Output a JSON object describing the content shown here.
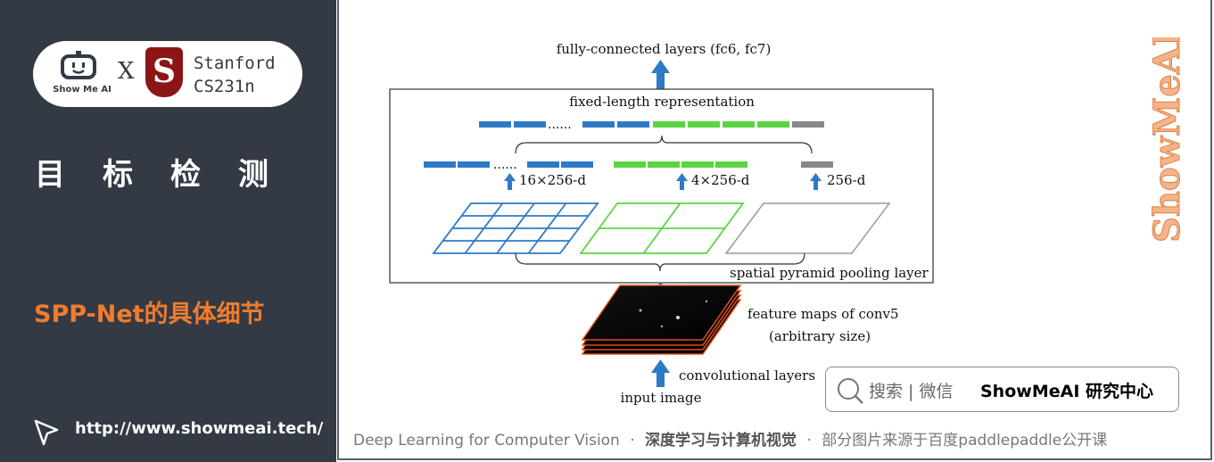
{
  "badge": {
    "brand_name": "Show Me AI",
    "cross": "X",
    "partner_line1": "Stanford",
    "partner_line2": "CS231n"
  },
  "sidebar": {
    "topic": "目标检测",
    "subtopic": "SPP-Net的具体细节",
    "url": "http://www.showmeai.tech/"
  },
  "diagram": {
    "fc_label": "fully-connected layers (fc6, fc7)",
    "fixed_length_label": "fixed-length representation",
    "dots_top": "......",
    "dots_mid": "......",
    "bin_labels": [
      "16×256-d",
      "4×256-d",
      "256-d"
    ],
    "pyramid_label": "spatial pyramid pooling layer",
    "feature_maps_line1": "feature maps of conv5",
    "feature_maps_line2": "(arbitrary size)",
    "conv_label": "convolutional layers",
    "input_label": "input image",
    "colors": {
      "blue": "#2f7ac6",
      "green": "#5bd443",
      "gray": "#888888",
      "arrow": "#2f7ac6"
    }
  },
  "watermark": "ShowMeAI",
  "search": {
    "grey_text": "搜索 | 微信",
    "bold_text": "ShowMeAI 研究中心"
  },
  "footer": {
    "part1": "Deep Learning for Computer Vision",
    "sep": "·",
    "part2": "深度学习与计算机视觉",
    "part3": "部分图片来源于百度paddlepaddle公开课"
  },
  "theme": {
    "panel_bg": "#333a44",
    "accent": "#f07c2e"
  }
}
